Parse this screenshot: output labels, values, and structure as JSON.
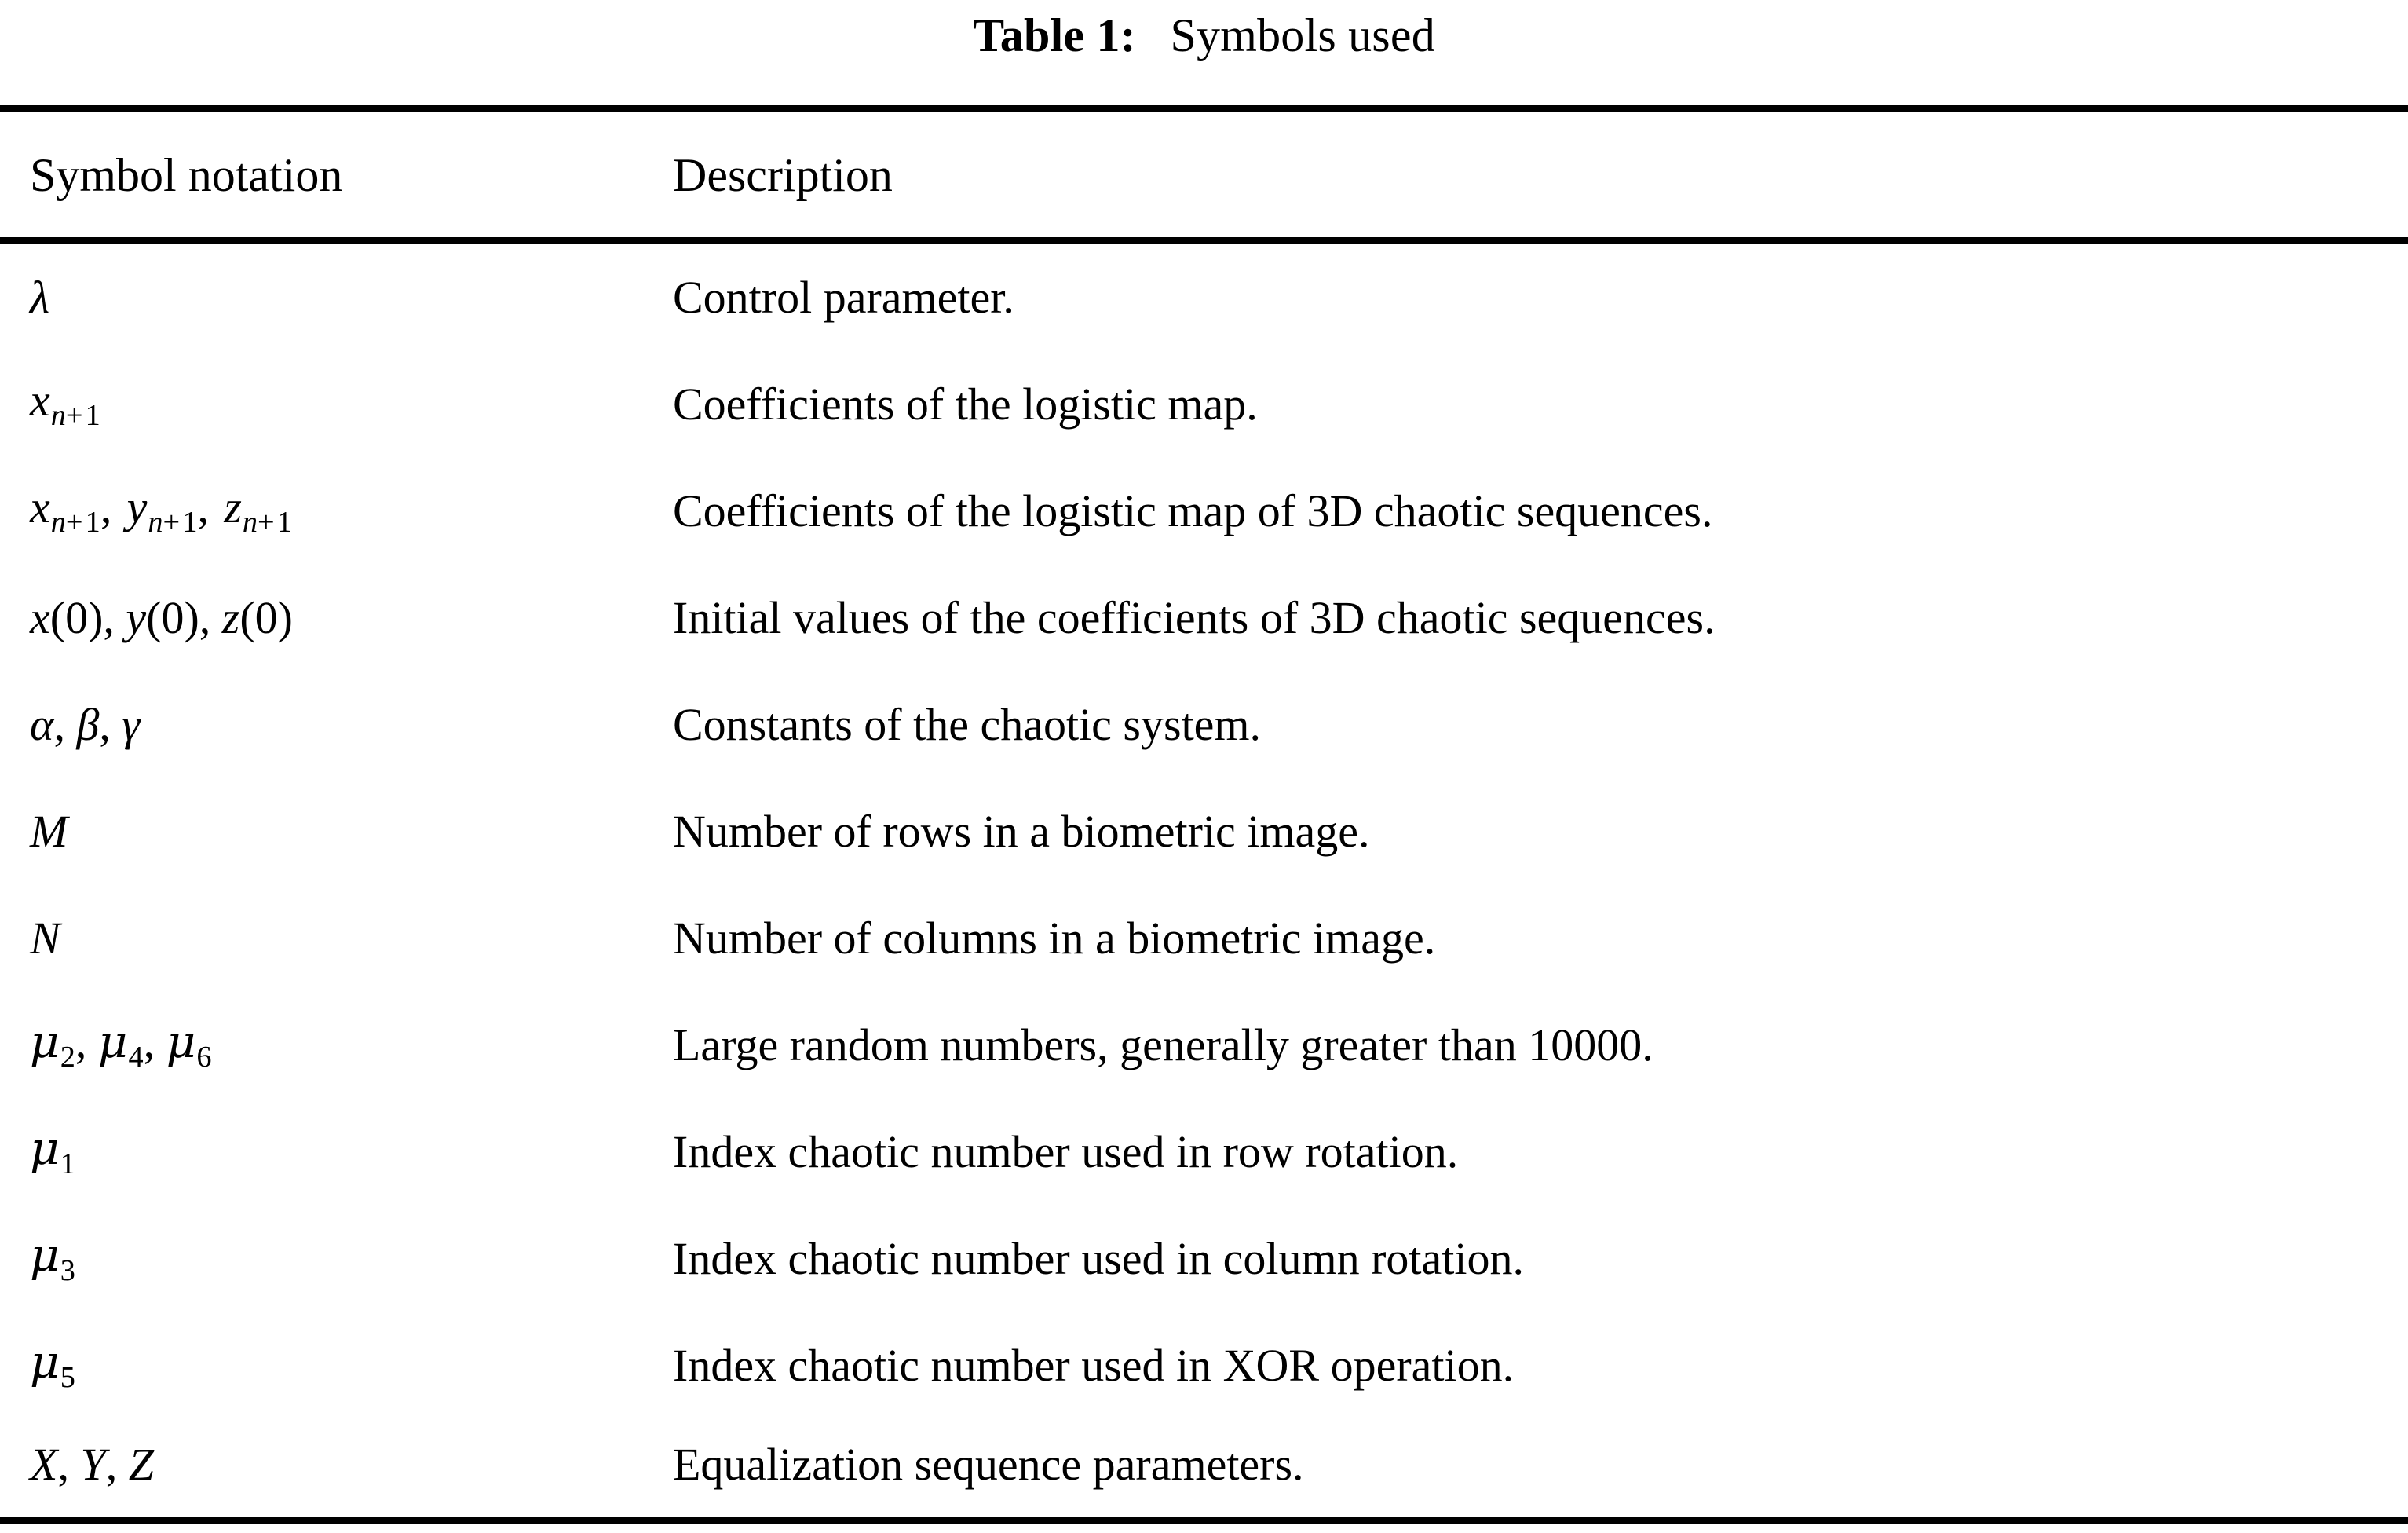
{
  "caption": {
    "label": "Table 1:",
    "text": "Symbols used"
  },
  "table": {
    "columns": [
      {
        "key": "symbol",
        "header": "Symbol notation"
      },
      {
        "key": "description",
        "header": "Description"
      }
    ],
    "rows": [
      {
        "symbol": "λ",
        "description": "Control parameter."
      },
      {
        "symbol": "xₙ₊₁",
        "description": "Coefficients of the logistic map."
      },
      {
        "symbol": "xₙ₊₁, yₙ₊₁, zₙ₊₁",
        "description": "Coefficients of the logistic map of 3D chaotic sequences."
      },
      {
        "symbol": "x(0), y(0), z(0)",
        "description": "Initial values of the coefficients of 3D chaotic sequences."
      },
      {
        "symbol": "α, β, γ",
        "description": "Constants of the chaotic system."
      },
      {
        "symbol": "M",
        "description": "Number of rows in a biometric image."
      },
      {
        "symbol": "N",
        "description": "Number of columns in a biometric image."
      },
      {
        "symbol": "μ₂, μ₄, μ₆",
        "description": "Large random numbers, generally greater than 10000."
      },
      {
        "symbol": "μ₁",
        "description": "Index chaotic number used in row rotation."
      },
      {
        "symbol": "μ₃",
        "description": "Index chaotic number used in column rotation."
      },
      {
        "symbol": "μ₅",
        "description": "Index chaotic number used in XOR operation."
      },
      {
        "symbol": "X, Y, Z",
        "description": "Equalization sequence parameters."
      }
    ]
  },
  "style": {
    "background": "#ffffff",
    "text_color": "#000000",
    "rule_color": "#000000"
  }
}
